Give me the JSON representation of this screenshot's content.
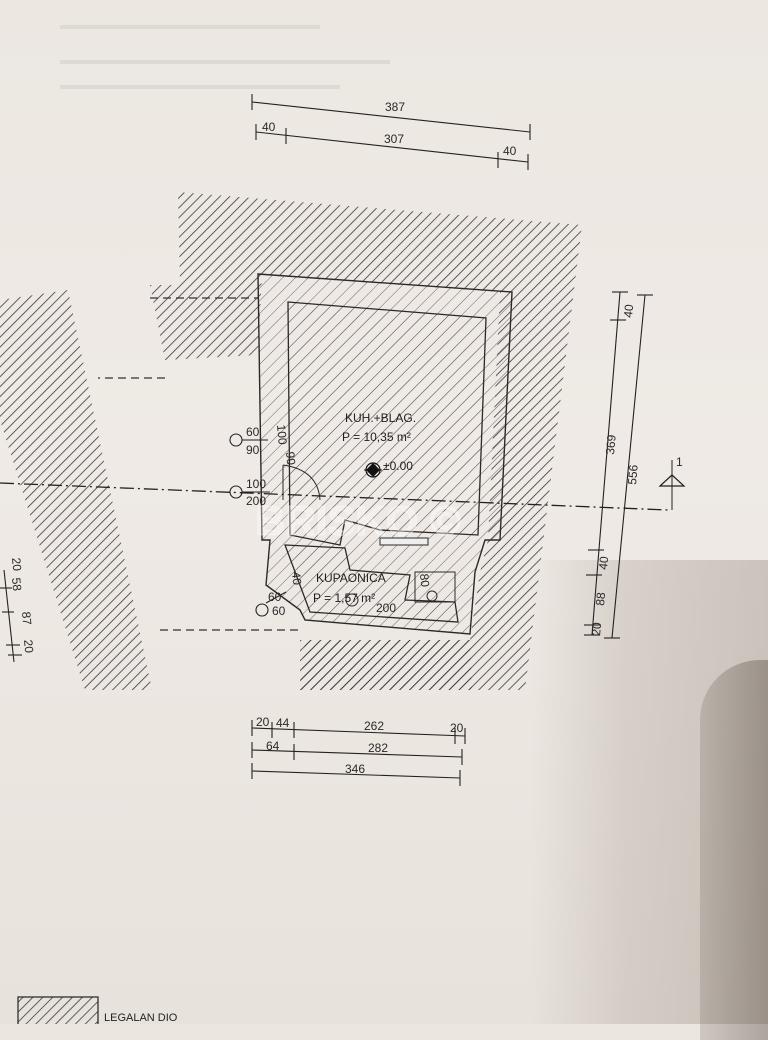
{
  "plan": {
    "room_main": {
      "name": "KUH.+BLAG.",
      "area": "P = 10,35 m²",
      "level": "±0.00"
    },
    "room_bath": {
      "name": "KUPAONICA",
      "area": "P = 1,57 m²"
    },
    "watermark": "BRISKO ©",
    "top_dims": {
      "overall": "387",
      "left": "40",
      "middle": "307",
      "right": "40"
    },
    "bottom_dims": {
      "row1": [
        "20",
        "44",
        "262",
        "20"
      ],
      "row2": [
        "64",
        "282"
      ],
      "row3": "346"
    },
    "right_dims": {
      "inner": [
        "40",
        "369",
        "40",
        "88",
        "20"
      ],
      "overall": "556"
    },
    "left_dims": [
      "20",
      "58",
      "87",
      "20"
    ],
    "openings": [
      {
        "top": "60",
        "bottom": "90"
      },
      {
        "top": "100",
        "bottom": "200"
      },
      {
        "top": "60",
        "bottom": "60"
      }
    ],
    "small_labels": {
      "wall_a": "100",
      "door_b": "90",
      "bath_a": "40",
      "bath_b": "80",
      "bath_c": "200"
    },
    "section_mark": "1"
  },
  "legend": {
    "text": "LEGALAN DIO"
  }
}
